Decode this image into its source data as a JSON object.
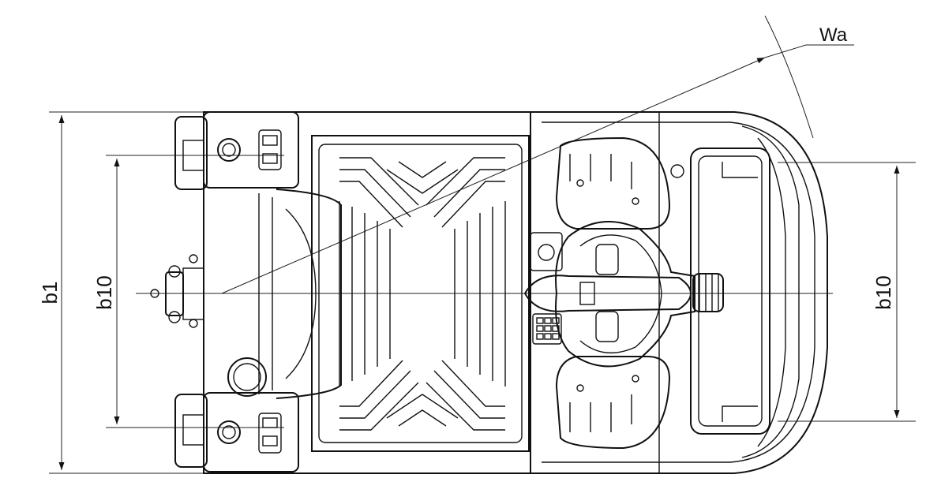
{
  "labels": {
    "wa": "Wa",
    "b1": "b1",
    "b10_left": "b10",
    "b10_right": "b10"
  }
}
